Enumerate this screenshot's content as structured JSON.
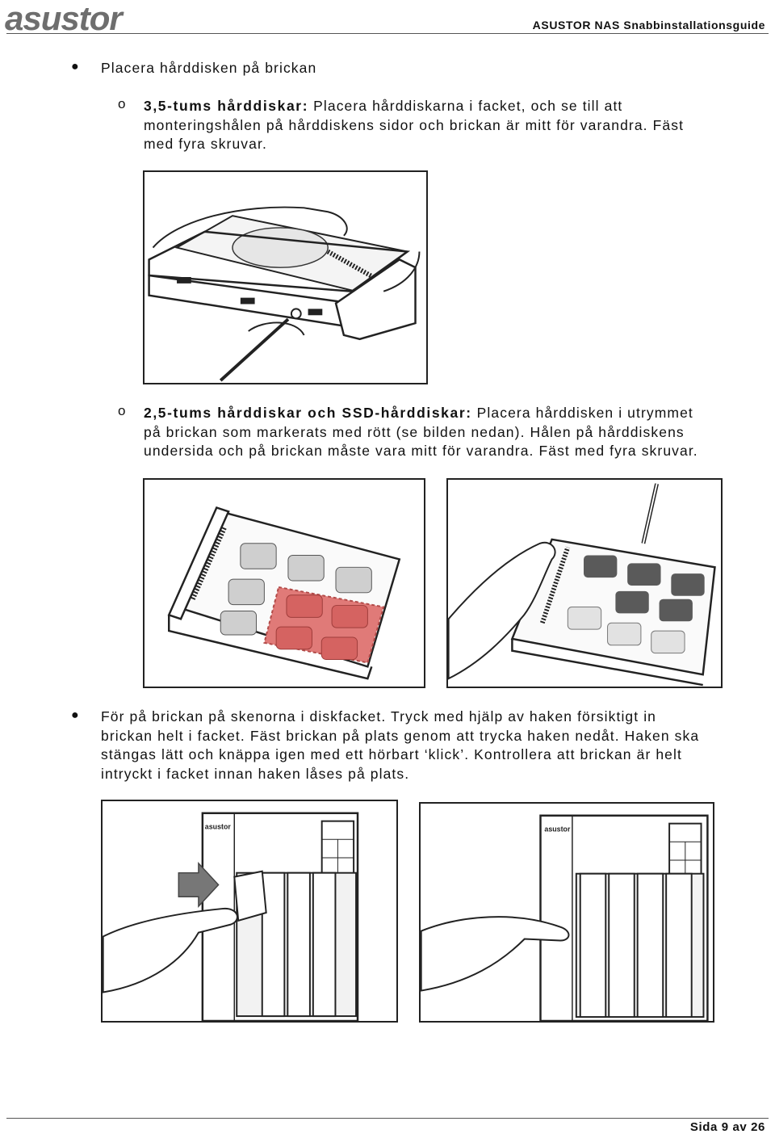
{
  "header": {
    "logo": "asustor",
    "title": "ASUSTOR NAS Snabbinstallationsguide"
  },
  "section1": {
    "heading": "Placera hårddisken på brickan",
    "item1": {
      "label": "3,5-tums hårddiskar:",
      "line1_rest": " Placera hårddiskarna i facket, och se till att",
      "line2": "monteringshålen på hårddiskens sidor och brickan är mitt för varandra. Fäst",
      "line3": "med fyra skruvar."
    },
    "item2": {
      "label": "2,5-tums hårddiskar och SSD-hårddiskar:",
      "line1_rest": " Placera hårddisken i utrymmet",
      "line2": "på brickan som markerats med rött (se bilden nedan). Hålen på hårddiskens",
      "line3": "undersida och på brickan måste vara mitt för varandra. Fäst med fyra skruvar."
    }
  },
  "section2": {
    "line1": "För på brickan på skenorna i diskfacket. Tryck med hjälp av haken försiktigt in",
    "line2": "brickan helt i facket. Fäst brickan på plats genom att trycka haken nedåt. Haken ska",
    "line3": "stängas lätt och knäppa igen med ett hörbart ‘klick’. Kontrollera att brickan är helt",
    "line4": "intryckt i facket innan haken låses på plats."
  },
  "figures": {
    "nas_logo": "asustor",
    "highlight_color": "#e07a78",
    "arrow_color": "#777777"
  },
  "footer": {
    "page": "Sida 9 av 26"
  }
}
